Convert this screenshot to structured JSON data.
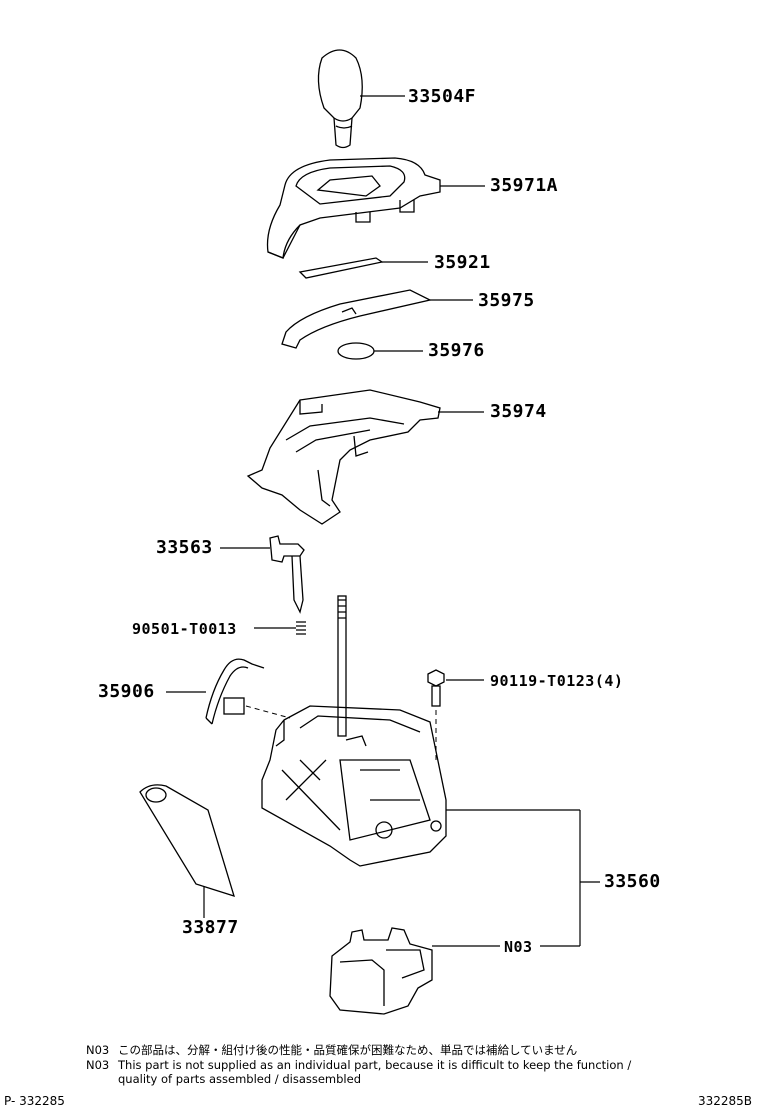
{
  "parts": {
    "p33504F": "33504F",
    "p35971A": "35971A",
    "p35921": "35921",
    "p35975": "35975",
    "p35976": "35976",
    "p35974": "35974",
    "p33563": "33563",
    "p90501": "90501-T0013",
    "p35906": "35906",
    "p90119": "90119-T0123(4)",
    "p33560": "33560",
    "p33877": "33877",
    "pN03": "N03"
  },
  "notes": {
    "n1_code": "N03",
    "n1_text": "この部品は、分解・組付け後の性能・品質確保が困難なため、単品では補給していません",
    "n2_code": "N03",
    "n2_text": "This part is not supplied as an individual part, because it is difficult to keep the function /",
    "n2_text2": "quality of parts  assembled / disassembled"
  },
  "footer": {
    "left_ref": "P- 332285",
    "right_ref": "332285B"
  }
}
